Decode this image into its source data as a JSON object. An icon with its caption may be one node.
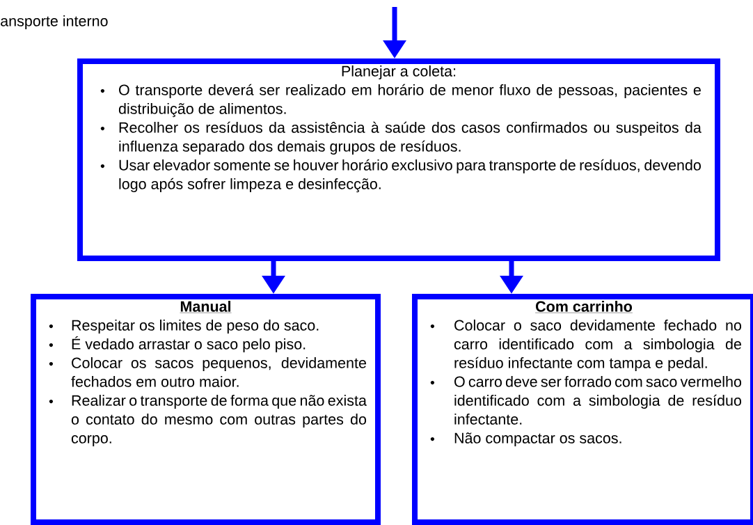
{
  "diagram": {
    "nodes": [
      {
        "text": [
          "Planejar a coleta:",
          "O transporte deverá ser realizado em horário de menor fluxo de pessoas, pacientes e distribuição de alimentos.",
          "Recolher os resíduos da assistência à saúde dos casos confirmados ou suspeitos da influenza separado dos demais grupos de resíduos.",
          "Usar elevador somente se houver horário exclusivo para transporte de resíduos, devendo logo após sofrer limpeza e desinfecção."
        ]
      },
      {
        "text": [
          "Manual",
          "Respeitar os limites de peso do saco.",
          "É vedado arrastar o saco pelo piso.",
          "Colocar os sacos pequenos, devidamente fechados em outro maior.",
          "Realizar o transporte de forma que não exista o contato do mesmo com outras partes do corpo."
        ]
      },
      {
        "text": [
          "Com carrinho",
          "Colocar o saco devidamente fechado no carro identificado com a simbologia de resíduo infectante com tampa e pedal.",
          "O carro deve ser forrado com saco vermelho identificado com a simbologia de resíduo infectante.",
          "Não compactar os sacos."
        ]
      }
    ],
    "edges": [
      {
        "from": null,
        "to": 0,
        "arrow": "to"
      },
      {
        "from": 0,
        "to": 1,
        "arrow": "to"
      },
      {
        "from": 0,
        "to": 2,
        "arrow": "to"
      }
    ],
    "labels": [
      "ansporte interno"
    ]
  }
}
